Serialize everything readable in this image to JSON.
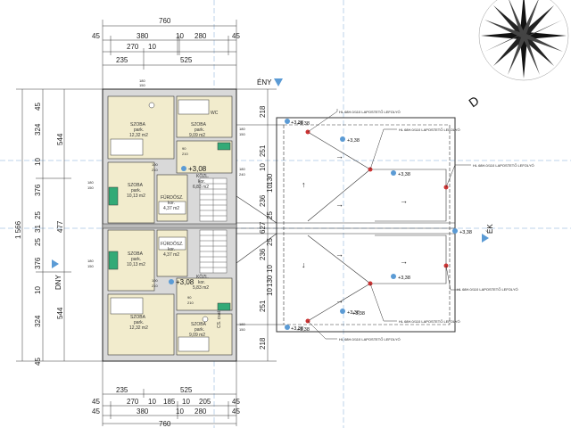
{
  "dims_top": {
    "r1": [
      "760"
    ],
    "r2": [
      "45",
      "380",
      "10",
      "280",
      "45"
    ],
    "r3": [
      "270",
      "10"
    ],
    "r4": [
      "235",
      "525"
    ]
  },
  "dims_bottom": {
    "r1": [
      "235",
      "525"
    ],
    "r2": [
      "45",
      "270",
      "10",
      "185",
      "10",
      "205",
      "45"
    ],
    "r3": [
      "45",
      "380",
      "10",
      "280",
      "45"
    ],
    "r4": [
      "760"
    ]
  },
  "dims_left": {
    "total": "1 566",
    "mid": [
      "544",
      "477",
      "544"
    ],
    "inner": [
      "45",
      "324",
      "10",
      "376",
      "25",
      "31",
      "25",
      "376",
      "10",
      "324",
      "45"
    ]
  },
  "dims_right": [
    "218",
    "251",
    "10",
    "130",
    "10",
    "236",
    "25",
    "627",
    "25",
    "236",
    "10",
    "130",
    "10",
    "251",
    "218"
  ],
  "directions": {
    "north": "ÉNY",
    "east": "ÉK",
    "south": "DNY"
  },
  "compass_letter": "D",
  "rooms": [
    {
      "name": "SZOBA",
      "floor": "park.",
      "area": "12,32 m2"
    },
    {
      "name": "SZOBA",
      "floor": "park.",
      "area": "9,09 m2"
    },
    {
      "name": "SZOBA",
      "floor": "park.",
      "area": "10,13 m2"
    },
    {
      "name": "FÜRDŐSZ.",
      "floor": "kor.",
      "area": "4,37 m2"
    },
    {
      "name": "KÖZL.",
      "floor": "kor.",
      "area": "6,83 m2"
    },
    {
      "name": "FÜRDŐSZ.",
      "floor": "kor.",
      "area": "4,37 m2"
    },
    {
      "name": "SZOBA",
      "floor": "park.",
      "area": "10,13 m2"
    },
    {
      "name": "KÖZL.",
      "floor": "kor.",
      "area": "5,83 m2"
    },
    {
      "name": "SZOBA",
      "floor": "park.",
      "area": "12,32 m2"
    },
    {
      "name": "SZOBA",
      "floor": "park.",
      "area": "9,09 m2"
    }
  ],
  "openings": [
    "180",
    "150",
    "180",
    "150",
    "180",
    "240",
    "180",
    "150",
    "180",
    "150",
    "180",
    "150",
    "100",
    "210",
    "100",
    "210",
    "90",
    "210",
    "90",
    "210"
  ],
  "levels": [
    "+3,08",
    "+3,08",
    "+3,38",
    "+3,38",
    "+3,38",
    "+3,38",
    "+3,38",
    "+3,38",
    "+3,38",
    "+3,38",
    "+3,38",
    "+3,38"
  ],
  "roof_drains": [
    "HL 68H.0/110 LAPOSTETŐ LEFOLYÓ",
    "HL 68H.0/110 LAPOSTETŐ LEFOLYÓ",
    "HL 68H.0/110 LAPOSTETŐ LEFOLYÓ",
    "HL 68H.0/110 LAPOSTETŐ LEFOLYÓ",
    "HL 68H.0/110 LAPOSTETŐ LEFOLYÓ",
    "HL 68H.0/110 LAPOSTETŐ LEFOLYÓ"
  ],
  "small_labels": [
    "WC",
    "CS. csat."
  ],
  "colors": {
    "wall": "#d8d8d8",
    "floor": "#f2eccd",
    "axis_blue": "#5b9bd5",
    "line": "#222222"
  }
}
